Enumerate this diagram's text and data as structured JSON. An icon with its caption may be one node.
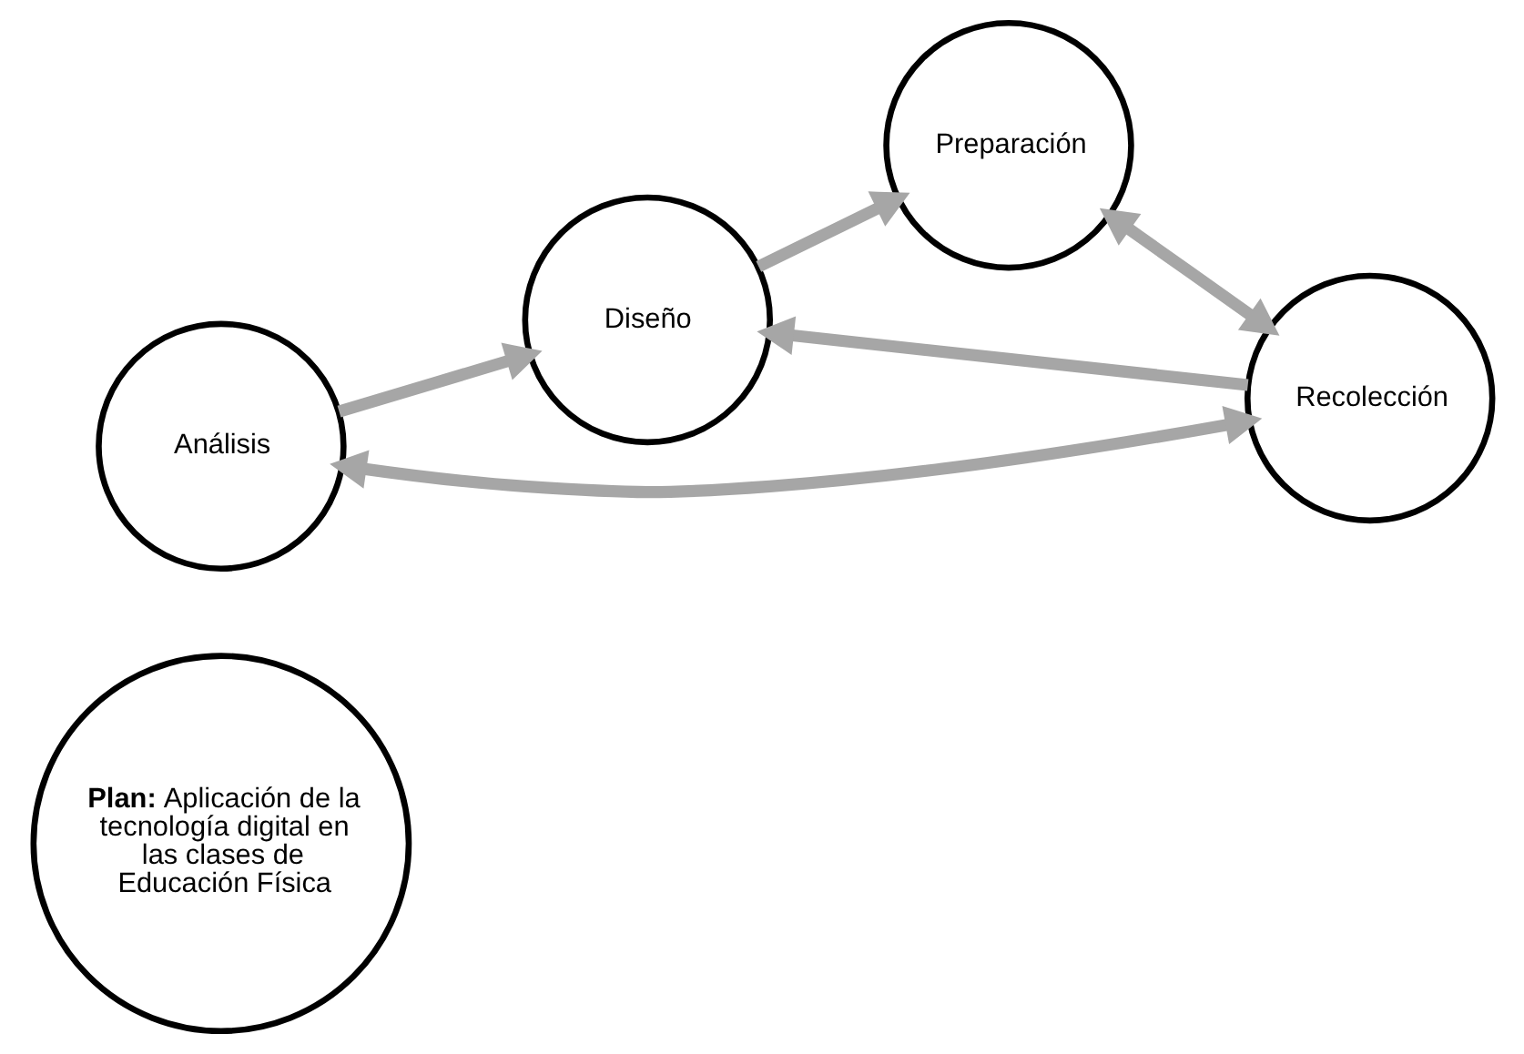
{
  "diagram": {
    "nodes": [
      {
        "text": [
          "**Plan:** Aplicación de la tecnología digital en las clases de Educación Física"
        ]
      },
      {
        "text": [
          "Diseño"
        ]
      },
      {
        "text": [
          "Preparación"
        ]
      },
      {
        "text": [
          "Recolección"
        ]
      },
      {
        "text": [
          "Análisis"
        ]
      }
    ],
    "edges": [
      {
        "from": 4,
        "to": 1,
        "arrow": "to"
      },
      {
        "from": 1,
        "to": 2,
        "arrow": "to"
      },
      {
        "from": 2,
        "to": 3,
        "arrow": "both"
      },
      {
        "from": 3,
        "to": 1,
        "arrow": "to"
      },
      {
        "from": 4,
        "to": 3,
        "arrow": "both"
      }
    ]
  }
}
